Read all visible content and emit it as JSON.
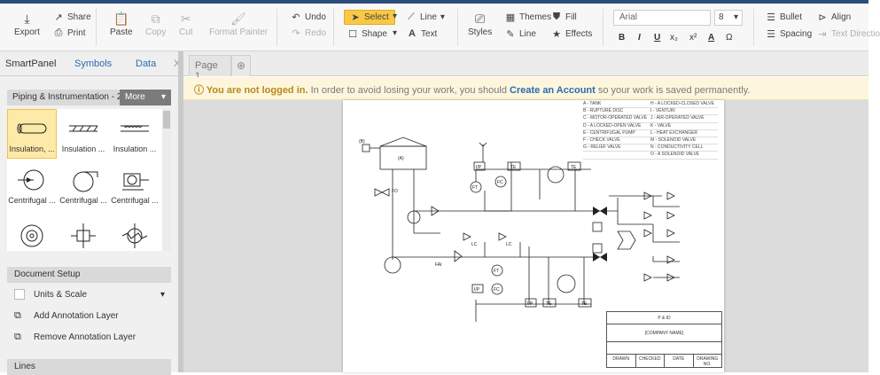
{
  "toolbar": {
    "export": "Export",
    "share": "Share",
    "print": "Print",
    "paste": "Paste",
    "copy": "Copy",
    "cut": "Cut",
    "format_painter": "Format Painter",
    "undo": "Undo",
    "redo": "Redo",
    "select": "Select",
    "shape": "Shape",
    "line": "Line",
    "text": "Text",
    "styles": "Styles",
    "themes": "Themes",
    "fill": "Fill",
    "line_style": "Line",
    "effects": "Effects",
    "font_name": "Arial",
    "font_size": "8",
    "bold": "B",
    "italic": "I",
    "underline": "U",
    "subscript": "x₂",
    "superscript": "x²",
    "font_color": "A",
    "omega": "Ω",
    "bullet": "Bullet",
    "spacing": "Spacing",
    "align": "Align",
    "text_direction": "Text Directio"
  },
  "left_panel": {
    "tabs": [
      "SmartPanel",
      "Symbols",
      "Data"
    ],
    "close": "X",
    "category": "Piping & Instrumentation - 2",
    "more": "More",
    "shapes": [
      {
        "label": "Insulation, ...",
        "icon": "insulated-pipe-icon"
      },
      {
        "label": "Insulation ...",
        "icon": "insulation-pipe-icon"
      },
      {
        "label": "Insulation ...",
        "icon": "insulation-pipe-icon"
      },
      {
        "label": "Centrifugal ...",
        "icon": "centrifugal-pump-icon"
      },
      {
        "label": "Centrifugal ...",
        "icon": "centrifugal-fan-icon"
      },
      {
        "label": "Centrifugal ...",
        "icon": "centrifugal-compressor-icon"
      },
      {
        "label": "",
        "icon": "spiral-pump-icon"
      },
      {
        "label": "",
        "icon": "flow-element-icon"
      },
      {
        "label": "",
        "icon": "heat-exchanger-icon"
      }
    ],
    "document_setup": "Document Setup",
    "units_scale": "Units & Scale",
    "add_layer": "Add Annotation Layer",
    "remove_layer": "Remove Annotation Layer",
    "lines": "Lines"
  },
  "page_tabs": {
    "current": "Page 1",
    "add": "⊕"
  },
  "notice": {
    "warning": "You are not logged in.",
    "message": " In order to avoid losing your work, you should ",
    "link": "Create an Account",
    "tail": " so your work is saved permanently."
  },
  "diagram": {
    "legend_left": [
      "A - TANK",
      "B - RUPTURE DISC",
      "C - MOTOR-OPERATED VALVE",
      "D - A LOCKED-OPEN VALVE",
      "E - CENTRIFUGAL PUMP",
      "F - CHECK VALVE",
      "G - RELIEF VALVE"
    ],
    "legend_right": [
      "H - A LOCKED-CLOSED VALVE",
      "I - VENTURI",
      "J - AIR-OPERATED VALVE",
      "K - VALVE",
      "L - HEAT EXCHANGER",
      "M - SOLENOID VALVE",
      "N - CONDUCTIVITY CELL",
      "O - A SOLENOID VALVE"
    ],
    "title_block": {
      "title": "P & ID",
      "company": "[COMPANY NAME]",
      "fields": [
        "DRAWN",
        "CHECKED",
        "DATE",
        "DRAWING NO."
      ]
    },
    "labels": {
      "tank": "(A)",
      "rupture": "(B)",
      "ip": "I/P",
      "te": "TE",
      "fc": "FC",
      "ft": "FT",
      "fo": "FO",
      "lc": "LC",
      "fai": "FAI"
    }
  }
}
